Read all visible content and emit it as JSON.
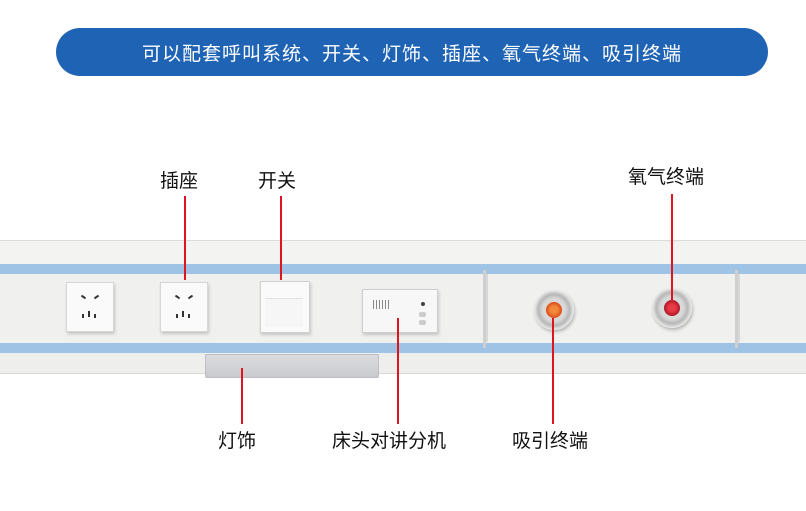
{
  "banner": {
    "text": "可以配套呼叫系统、开关、灯饰、插座、氧气终端、吸引终端"
  },
  "labels": {
    "socket": "插座",
    "switch": "开关",
    "oxygen": "氧气终端",
    "light": "灯饰",
    "intercom": "床头对讲分机",
    "suction": "吸引终端"
  },
  "colors": {
    "banner": "#1f63b4",
    "pointer_line": "#e0141e",
    "stripe": "#9fc3e4",
    "suction_core": "#e04a1a",
    "oxygen_core": "#c81c2c"
  }
}
